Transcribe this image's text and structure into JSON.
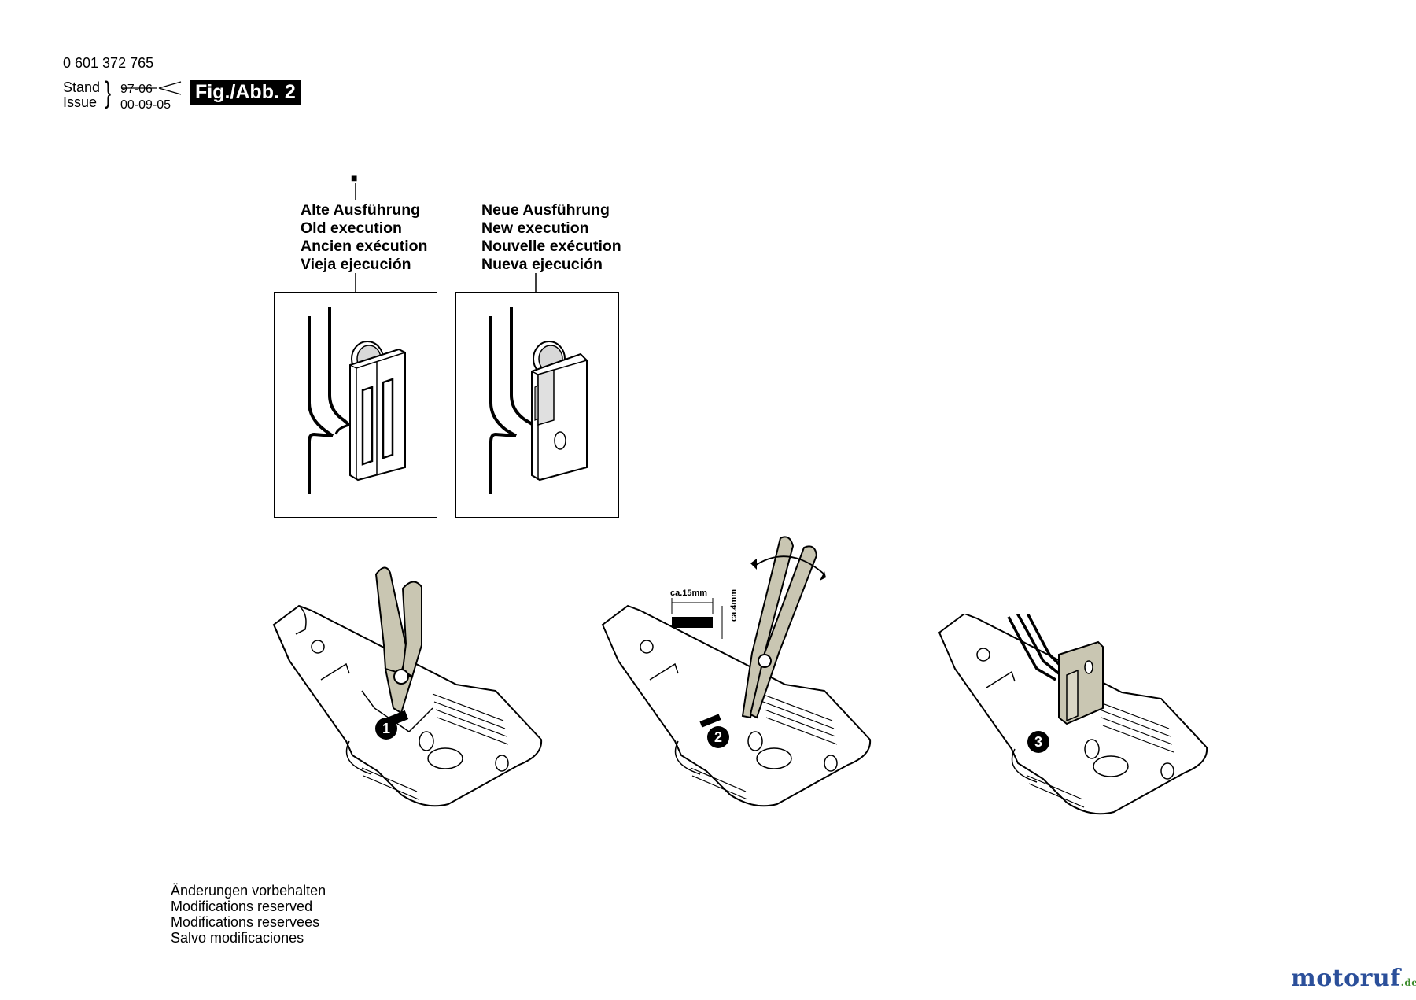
{
  "header": {
    "part_number": "0 601 372 765",
    "stand_label": "Stand",
    "issue_label": "Issue",
    "brace": "}",
    "old_date": "97-06",
    "new_date": "00-09-05",
    "figure_label": "Fig./Abb. 2"
  },
  "variants": {
    "marker": "■",
    "old": [
      "Alte Ausführung",
      "Old execution",
      "Ancien exécution",
      "Vieja ejecución"
    ],
    "new": [
      "Neue Ausführung",
      "New execution",
      "Nouvelle exécution",
      "Nueva ejecución"
    ]
  },
  "steps": {
    "badges": [
      "1",
      "2",
      "3"
    ],
    "length_label": "ca.15mm",
    "height_label": "ca.4mm"
  },
  "footer": {
    "notes": [
      "Änderungen vorbehalten",
      "Modifications reserved",
      "Modifications reservees",
      "Salvo modificaciones"
    ]
  },
  "watermark": {
    "text": "motoruf",
    "suffix": ".de"
  },
  "colors": {
    "plier_fill": "#c9c6b2",
    "ink": "#000000",
    "watermark_blue": "#2b4f9a",
    "watermark_green": "#3e8d2e"
  }
}
